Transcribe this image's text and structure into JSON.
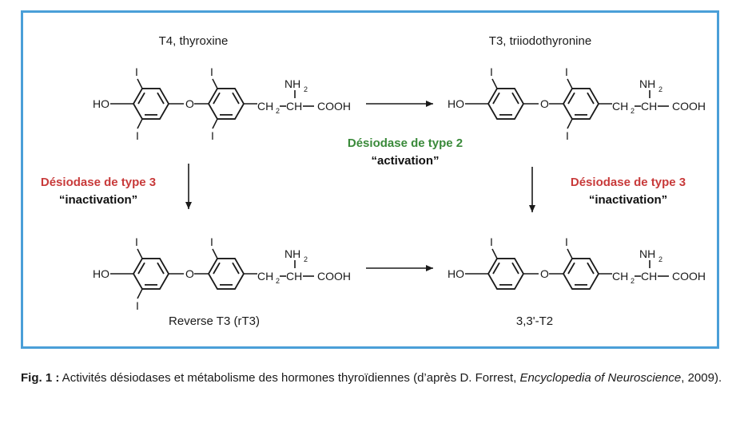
{
  "molecules": {
    "t4": "T4, thyroxine",
    "t3": "T3, triiodothyronine",
    "rt3": "Reverse T3 (rT3)",
    "t2": "3,3'-T2"
  },
  "atoms": {
    "iodine": "I",
    "hydroxyl": "HO",
    "oxygen": "O",
    "amine": "NH",
    "amine_sub": "2",
    "chain_ch2": "CH",
    "chain_ch2_sub": "2",
    "chain_ch": "CH",
    "acid": "COOH"
  },
  "enzymes": {
    "left": {
      "name": "Désiodase de type 3",
      "role": "“inactivation”",
      "color": "#c83a3a"
    },
    "center": {
      "name": "Désiodase de type 2",
      "role": "“activation”",
      "color": "#3a8a3a"
    },
    "right": {
      "name": "Désiodase de type 3",
      "role": "“inactivation”",
      "color": "#c83a3a"
    }
  },
  "caption": {
    "label": "Fig. 1 :",
    "text": " Activités désiodases et métabolisme des hormones thyroïdiennes (d’après D. Forrest, ",
    "journal": "Encyclopedia of Neuroscience",
    "year": ", 2009)."
  },
  "colors": {
    "frame": "#4a9fd8",
    "red": "#c83a3a",
    "green": "#3a8a3a"
  }
}
